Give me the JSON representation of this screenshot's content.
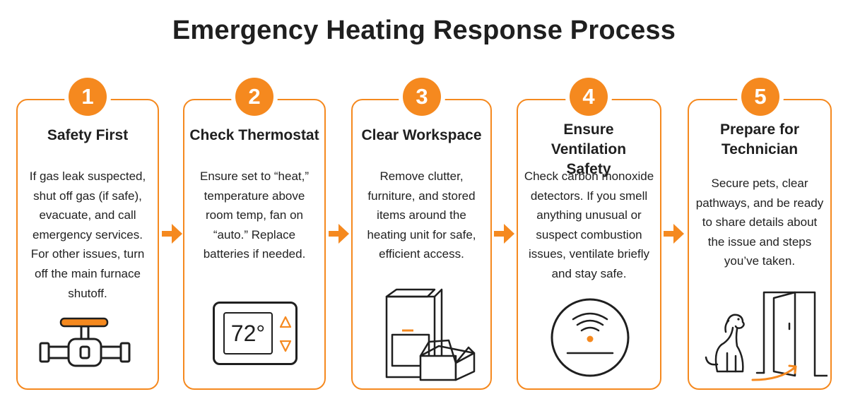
{
  "title": "Emergency Heating Response Process",
  "colors": {
    "accent": "#f5891f",
    "text": "#1f1f1f"
  },
  "steps": [
    {
      "number": "1",
      "title": "Safety First",
      "text": "If gas leak suspected, shut off gas (if safe), evacuate, and call emergency services. For other issues, turn off the main furnace shutoff.",
      "icon": "gas-valve-icon"
    },
    {
      "number": "2",
      "title": "Check Thermostat",
      "text": "Ensure set to “heat,” temperature above room temp, fan on “auto.” Replace batteries if needed.",
      "icon": "thermostat-icon",
      "display_temp": "72°"
    },
    {
      "number": "3",
      "title": "Clear Workspace",
      "text": "Remove clutter, furniture, and stored items around the heating unit for safe, efficient access.",
      "icon": "furnace-and-box-icon"
    },
    {
      "number": "4",
      "title": "Ensure Ventilation Safety",
      "text": "Check carbon monoxide detectors. If you smell anything unusual or suspect combustion issues, ventilate briefly and stay safe.",
      "icon": "co-detector-icon"
    },
    {
      "number": "5",
      "title": "Prepare for Technician",
      "text": "Secure pets, clear pathways, and be ready to share details about the issue and steps you’ve taken.",
      "icon": "dog-and-door-icon"
    }
  ]
}
